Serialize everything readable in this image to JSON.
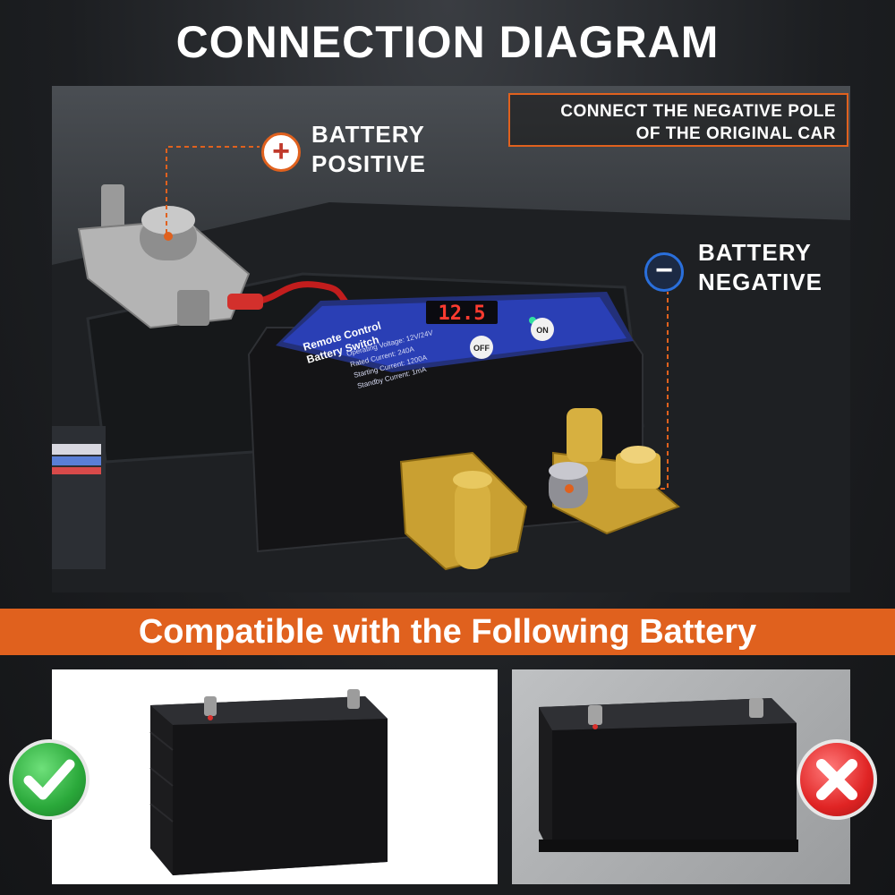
{
  "title": "CONNECTION DIAGRAM",
  "note": {
    "line1": "CONNECT THE NEGATIVE POLE",
    "line2": "OF THE ORIGINAL CAR"
  },
  "positive_label": {
    "line1": "BATTERY",
    "line2": "POSITIVE",
    "symbol": "+"
  },
  "negative_label": {
    "line1": "BATTERY",
    "line2": "NEGATIVE",
    "symbol": "−"
  },
  "device": {
    "display_value": "12.5",
    "panel_title_line1": "Remote Control",
    "panel_title_line2": "Battery Switch",
    "spec1": "Operating Voltage: 12V/24V",
    "spec2": "Rated Current: 240A",
    "spec3": "Starting Current: 1200A",
    "spec4": "Standby Current: 1mA",
    "btn_on": "ON",
    "btn_off": "OFF"
  },
  "banner": "Compatible with the Following Battery",
  "colors": {
    "accent": "#e0611e",
    "ok": "#2aa83a",
    "bad": "#e02424",
    "panel_blue": "#2a3fb5"
  },
  "icons": {
    "compatible": "check-icon",
    "incompatible": "x-icon"
  }
}
